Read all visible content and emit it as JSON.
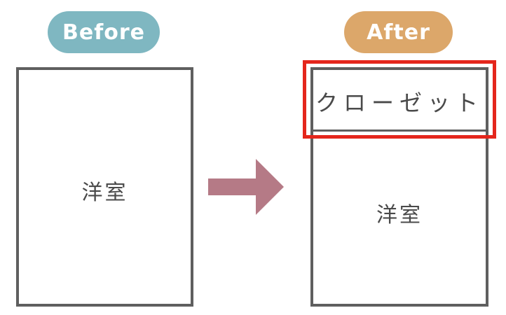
{
  "before": {
    "badge_label": "Before",
    "room_label": "洋室"
  },
  "after": {
    "badge_label": "After",
    "closet_label": "クローゼット",
    "room_label": "洋室"
  },
  "colors": {
    "before_badge": "#7fb7c1",
    "after_badge": "#dca76a",
    "arrow": "#b57a86",
    "highlight": "#e4261c",
    "outline": "#5f5f5f",
    "text": "#4a4a4a"
  },
  "icons": {
    "transition": "arrow-right-icon"
  }
}
